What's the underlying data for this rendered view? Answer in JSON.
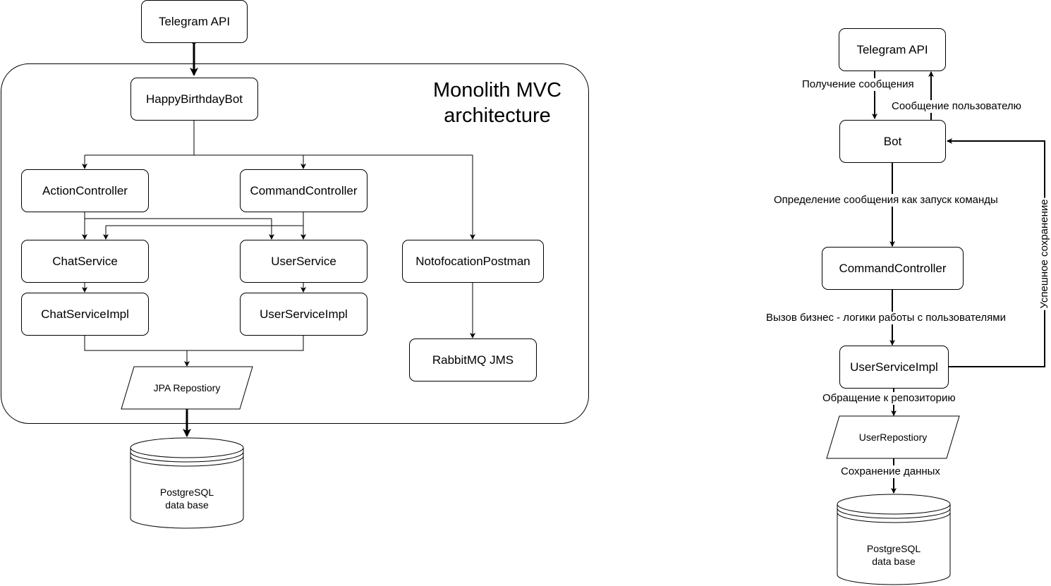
{
  "left": {
    "title_line1": "Monolith MVC",
    "title_line2": "architecture",
    "telegram_api": "Telegram API",
    "bot": "HappyBirthdayBot",
    "action_controller": "ActionController",
    "command_controller": "CommandController",
    "chat_service": "ChatService",
    "user_service": "UserService",
    "notification_postman": "NotofocationPostman",
    "chat_service_impl": "ChatServiceImpl",
    "user_service_impl": "UserServiceImpl",
    "rabbitmq": "RabbitMQ JMS",
    "jpa_repository": "JPA Repostiory",
    "db_line1": "PostgreSQL",
    "db_line2": "data base"
  },
  "right": {
    "telegram_api": "Telegram API",
    "bot": "Bot",
    "command_controller": "CommandController",
    "user_service_impl": "UserServiceImpl",
    "user_repository": "UserRepostiory",
    "db_line1": "PostgreSQL",
    "db_line2": "data base",
    "edge_receive": "Получение сообщения",
    "edge_user_message": "Сообщение пользователю",
    "edge_command": "Определение сообщения как запуск команды",
    "edge_business": "Вызов бизнес - логики работы с пользователями",
    "edge_repo": "Обращение к репозиторию",
    "edge_save": "Сохранение данных",
    "edge_success": "Успешное сохранение"
  }
}
